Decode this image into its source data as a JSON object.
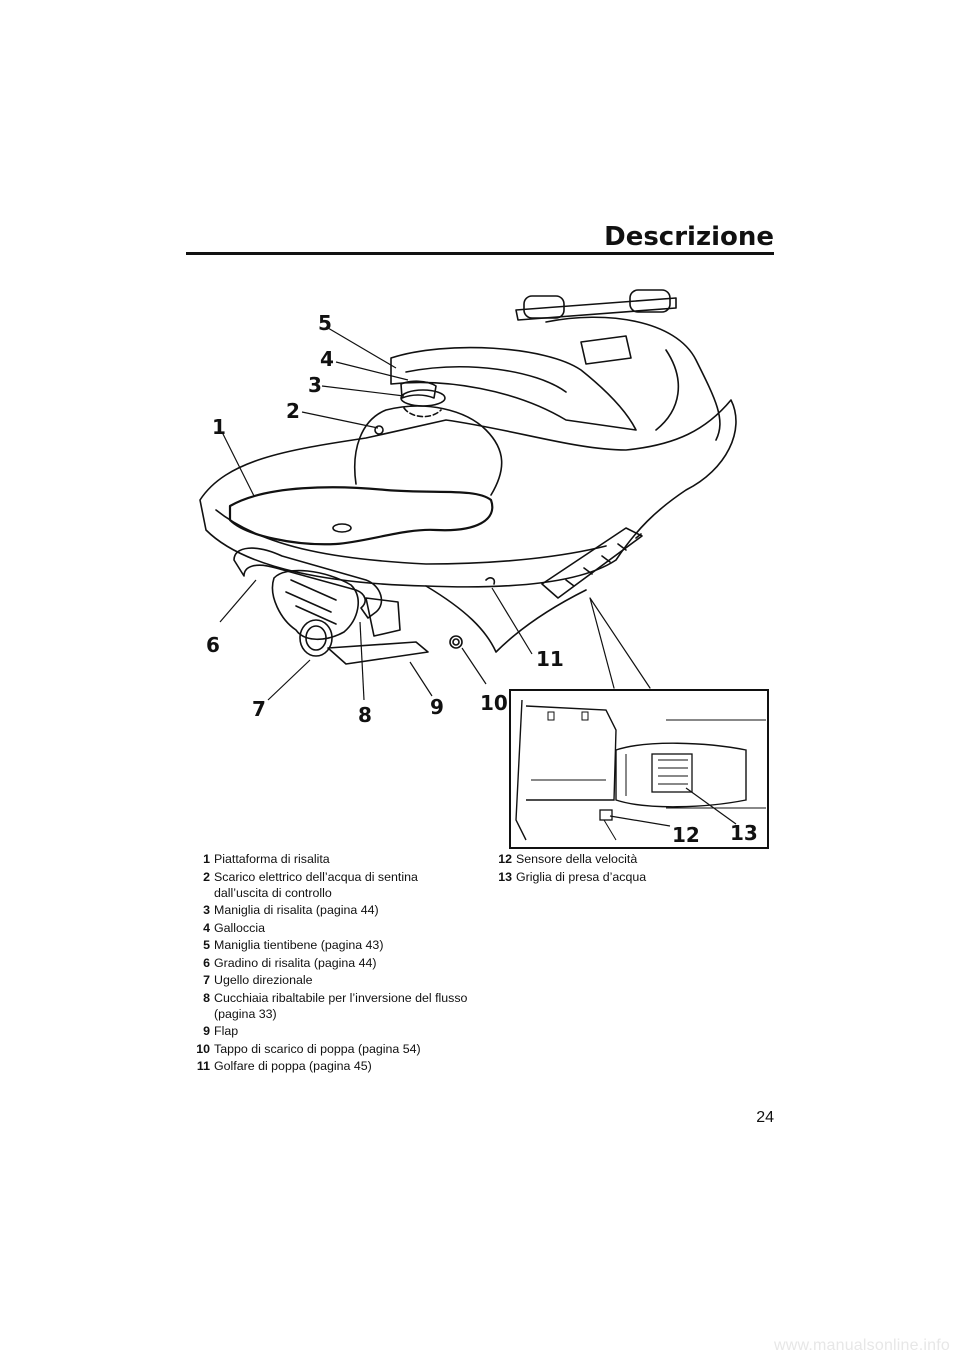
{
  "header": {
    "title": "Descrizione"
  },
  "callouts": [
    "1",
    "2",
    "3",
    "4",
    "5",
    "6",
    "7",
    "8",
    "9",
    "10",
    "11",
    "12",
    "13"
  ],
  "legend": {
    "left": [
      {
        "num": "1",
        "text": "Piattaforma di risalita"
      },
      {
        "num": "2",
        "text": "Scarico elettrico dell’acqua di sentina dall’uscita di controllo"
      },
      {
        "num": "3",
        "text": "Maniglia di risalita (pagina 44)"
      },
      {
        "num": "4",
        "text": "Galloccia"
      },
      {
        "num": "5",
        "text": "Maniglia tientibene (pagina 43)"
      },
      {
        "num": "6",
        "text": "Gradino di risalita (pagina 44)"
      },
      {
        "num": "7",
        "text": "Ugello direzionale"
      },
      {
        "num": "8",
        "text": "Cucchiaia ribaltabile per l’inversione del flusso (pagina 33)"
      },
      {
        "num": "9",
        "text": "Flap"
      },
      {
        "num": "10",
        "text": "Tappo di scarico di poppa (pagina 54)"
      },
      {
        "num": "11",
        "text": "Golfare di poppa (pagina 45)"
      }
    ],
    "right": [
      {
        "num": "12",
        "text": "Sensore della velocità"
      },
      {
        "num": "13",
        "text": "Griglia di presa d’acqua"
      }
    ]
  },
  "page_number": "24",
  "footer": {
    "watermark": "www.manualsonline.info"
  }
}
